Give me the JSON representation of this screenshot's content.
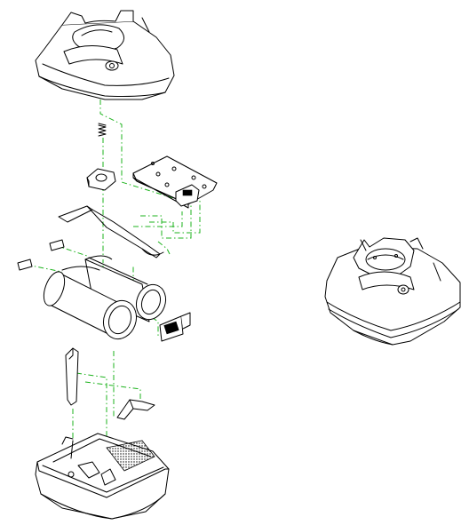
{
  "figure": {
    "colors": {
      "line": "#000000",
      "leader": "#1db31d",
      "background": "#ffffff"
    },
    "parts": [
      "top-housing",
      "spring",
      "square-nut",
      "circuit-board",
      "wire-lead",
      "small-pad-left",
      "small-pad-right",
      "battery-pair",
      "battery-contact",
      "bent-clip",
      "battery-tab",
      "bottom-housing",
      "assembled-unit"
    ]
  }
}
